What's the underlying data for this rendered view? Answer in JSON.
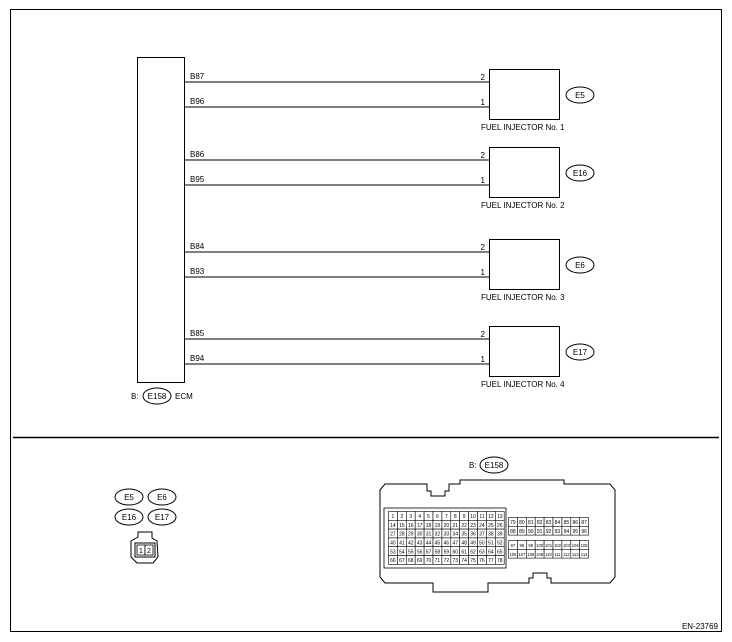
{
  "ecm": {
    "prefix": "B:",
    "connector": "E158",
    "label": "ECM"
  },
  "injectors": [
    {
      "name": "FUEL INJECTOR No. 1",
      "connector": "E5",
      "wire_top": "B87",
      "wire_bottom": "B96",
      "pin_top": "2",
      "pin_bottom": "1"
    },
    {
      "name": "FUEL INJECTOR No. 2",
      "connector": "E16",
      "wire_top": "B86",
      "wire_bottom": "B95",
      "pin_top": "2",
      "pin_bottom": "1"
    },
    {
      "name": "FUEL INJECTOR No. 3",
      "connector": "E6",
      "wire_top": "B84",
      "wire_bottom": "B93",
      "pin_top": "2",
      "pin_bottom": "1"
    },
    {
      "name": "FUEL INJECTOR No. 4",
      "connector": "E17",
      "wire_top": "B85",
      "wire_bottom": "B94",
      "pin_top": "2",
      "pin_bottom": "1"
    }
  ],
  "injector_connector": {
    "ids": [
      "E5",
      "E6",
      "E16",
      "E17"
    ],
    "pins": [
      "1",
      "2"
    ]
  },
  "ecm_connector": {
    "prefix": "B:",
    "id": "E158",
    "left_rows": [
      [
        "1",
        "2",
        "3",
        "4",
        "5",
        "6",
        "7",
        "8",
        "9",
        "10",
        "11",
        "12",
        "13"
      ],
      [
        "14",
        "15",
        "16",
        "17",
        "18",
        "19",
        "20",
        "21",
        "22",
        "23",
        "24",
        "25",
        "26"
      ],
      [
        "27",
        "28",
        "29",
        "30",
        "31",
        "32",
        "33",
        "34",
        "35",
        "36",
        "37",
        "38",
        "39"
      ],
      [
        "40",
        "41",
        "42",
        "43",
        "44",
        "45",
        "46",
        "47",
        "48",
        "49",
        "50",
        "51",
        "52"
      ],
      [
        "53",
        "54",
        "55",
        "56",
        "57",
        "58",
        "59",
        "60",
        "61",
        "62",
        "63",
        "64",
        "65"
      ],
      [
        "66",
        "67",
        "68",
        "69",
        "70",
        "71",
        "72",
        "73",
        "74",
        "75",
        "76",
        "77",
        "78"
      ]
    ],
    "right_top_rows": [
      [
        "79",
        "80",
        "81",
        "82",
        "83",
        "84",
        "85",
        "86",
        "87"
      ],
      [
        "88",
        "89",
        "90",
        "91",
        "92",
        "93",
        "94",
        "95",
        "96"
      ]
    ],
    "right_bottom_rows": [
      [
        "97",
        "98",
        "99",
        "100",
        "101",
        "102",
        "103",
        "104",
        "105"
      ],
      [
        "106",
        "107",
        "108",
        "109",
        "110",
        "111",
        "112",
        "113",
        "114"
      ]
    ]
  },
  "figure_id": "EN-23769"
}
